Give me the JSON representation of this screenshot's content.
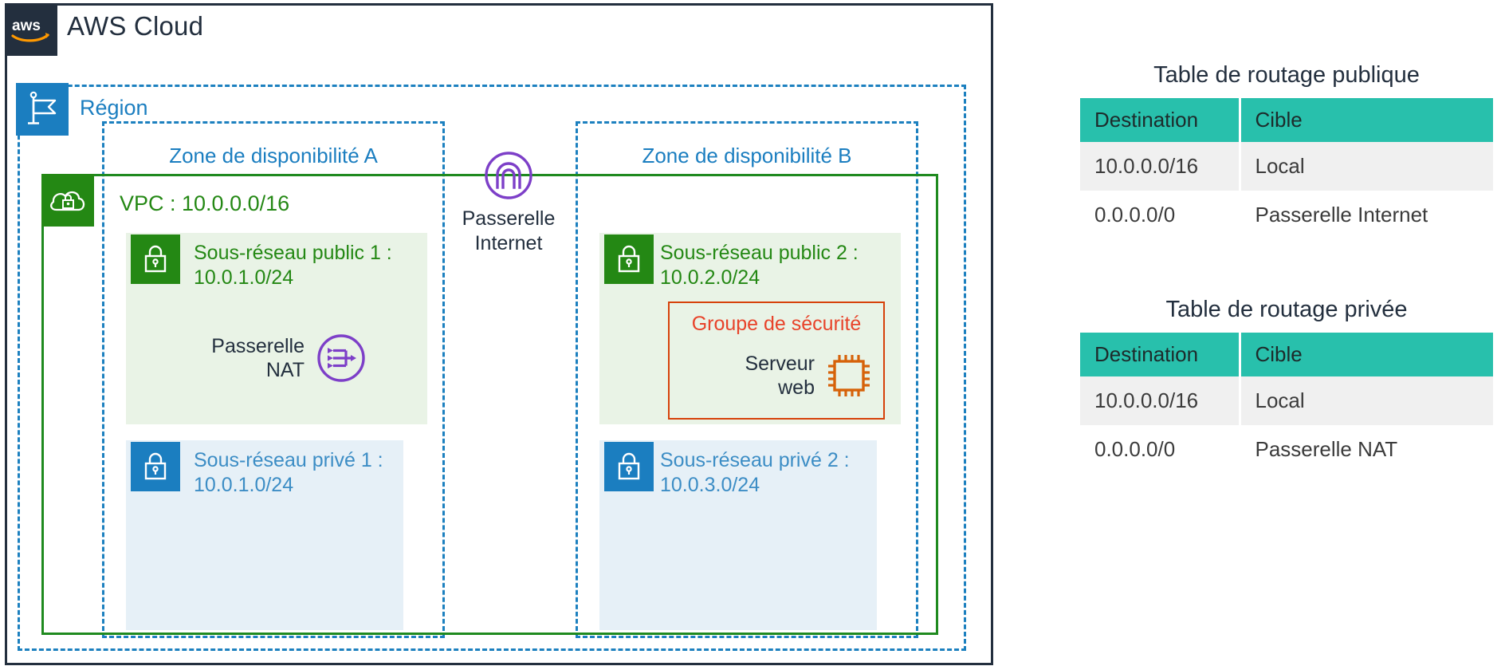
{
  "cloud": {
    "title": "AWS Cloud",
    "logo_icon": "aws-logo-icon"
  },
  "region": {
    "label": "Région",
    "icon": "flag-icon"
  },
  "vpc": {
    "label": "VPC : 10.0.0.0/16",
    "icon": "vpc-cloud-lock-icon"
  },
  "zones": [
    {
      "label": "Zone de disponibilité A"
    },
    {
      "label": "Zone de disponibilité B"
    }
  ],
  "subnets": {
    "public_1": {
      "name": "Sous-réseau public 1 :",
      "cidr": "10.0.1.0/24",
      "icon": "subnet-lock-icon"
    },
    "public_2": {
      "name": "Sous-réseau public 2 :",
      "cidr": "10.0.2.0/24",
      "icon": "subnet-lock-icon"
    },
    "private_1": {
      "name": "Sous-réseau privé 1 :",
      "cidr": "10.0.1.0/24",
      "icon": "subnet-lock-icon"
    },
    "private_2": {
      "name": "Sous-réseau privé 2 :",
      "cidr": "10.0.3.0/24",
      "icon": "subnet-lock-icon"
    }
  },
  "nat_gateway": {
    "line1": "Passerelle",
    "line2": "NAT",
    "icon": "nat-gateway-icon"
  },
  "internet_gateway": {
    "line1": "Passerelle",
    "line2": "Internet",
    "icon": "internet-gateway-icon"
  },
  "security_group": {
    "label": "Groupe de sécurité",
    "server": {
      "line1": "Serveur",
      "line2": "web",
      "icon": "ec2-instance-icon"
    }
  },
  "route_tables": [
    {
      "title": "Table de routage publique",
      "columns": [
        "Destination",
        "Cible"
      ],
      "rows": [
        {
          "destination": "10.0.0.0/16",
          "target": "Local"
        },
        {
          "destination": "0.0.0.0/0",
          "target": "Passerelle Internet"
        }
      ]
    },
    {
      "title": "Table de routage privée",
      "columns": [
        "Destination",
        "Cible"
      ],
      "rows": [
        {
          "destination": "10.0.0.0/16",
          "target": "Local"
        },
        {
          "destination": "0.0.0.0/0",
          "target": "Passerelle NAT"
        }
      ]
    }
  ],
  "colors": {
    "aws_dark": "#232F3E",
    "region_blue": "#1B7EC0",
    "vpc_green": "#248814",
    "security_red": "#E8432A",
    "gateway_purple": "#7D3FC8",
    "ec2_orange": "#D6620A",
    "table_header_teal": "#28C0AC"
  }
}
